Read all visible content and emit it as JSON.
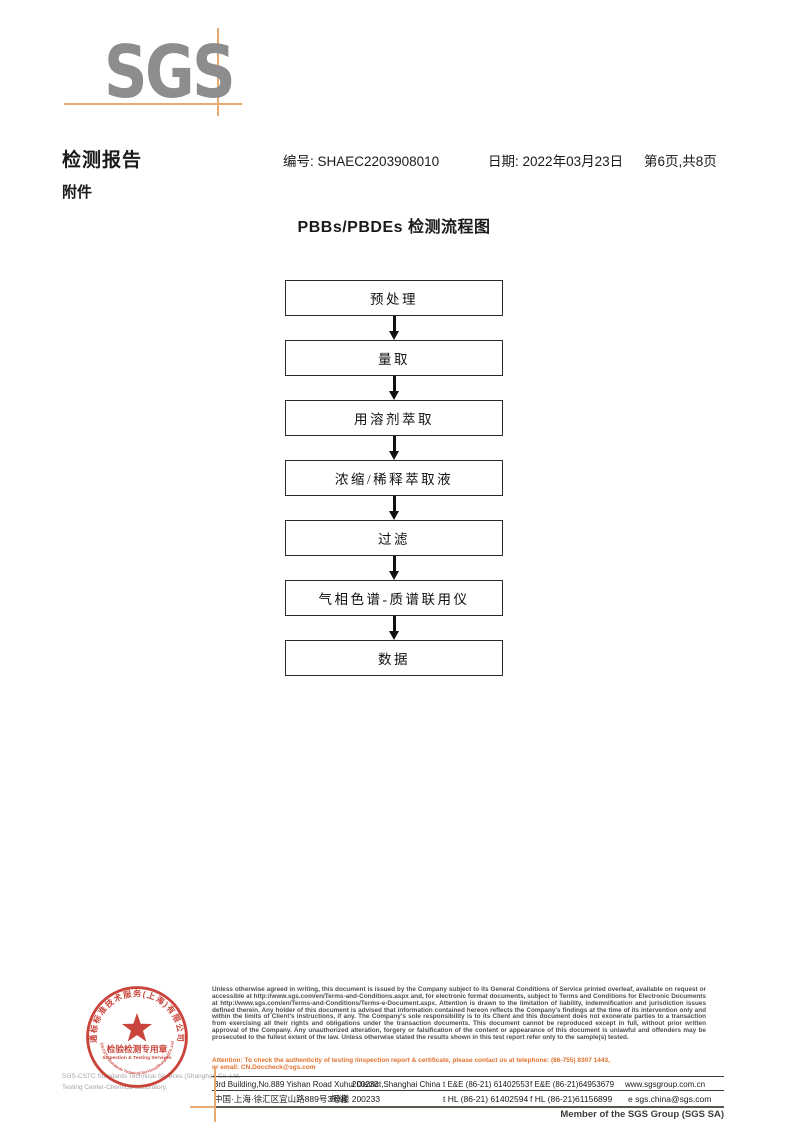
{
  "logo": {
    "text": "SGS"
  },
  "header": {
    "title": "检测报告",
    "no_label": "编号:",
    "no_value": "SHAEC2203908010",
    "date_label": "日期:",
    "date_value": "2022年03月23日",
    "page_info": "第6页,共8页",
    "attachment": "附件"
  },
  "flowchart": {
    "title": "PBBs/PBDEs 检测流程图",
    "steps": [
      "预处理",
      "量取",
      "用溶剂萃取",
      "浓缩/稀释萃取液",
      "过滤",
      "气相色谱-质谱联用仪",
      "数据"
    ]
  },
  "stamp": {
    "ring_text_top": "通标标准技术服务(上海)有限公司",
    "ring_text_bottom": "SGS-CSTC Standards Technical Services(Shanghai)Co.,Ltd.",
    "seal_line1": "检验检测专用章",
    "seal_line2": "Inspection & Testing Services",
    "company_line1": "SGS-CSTC Standards Technical Services (Shanghai) Co.,Ltd.",
    "company_line2": "Testing Center-Chemical Laboratory."
  },
  "footer": {
    "legal_text": "Unless otherwise agreed in writing, this document is issued by the Company subject to its General Conditions of Service printed overleaf, available on request or accessible at http://www.sgs.com/en/Terms-and-Conditions.aspx and, for electronic format documents, subject to Terms and Conditions for Electronic Documents at http://www.sgs.com/en/Terms-and-Conditions/Terms-e-Document.aspx. Attention is drawn to the limitation of liability, indemnification and jurisdiction issues defined therein. Any holder of this document is advised that information contained hereon reflects the Company's findings at the time of its intervention only and within the limits of Client's instructions, if any. The Company's sole responsibility is to its Client and this document does not exonerate parties to a transaction from exercising all their rights and obligations under the transaction documents. This document cannot be reproduced except in full, without prior written approval of the Company. Any unauthorized alteration, forgery or falsification of the content or appearance of this document is unlawful and offenders may be prosecuted to the fullest extent of the law. Unless otherwise stated the results shown in this test report refer only to the sample(s) tested.",
    "attention_line1": "Attention: To check the authenticity of testing /inspection report & certificate, please contact us at telephone: (86-755) 8307 1443,",
    "attention_line2": "or email: CN.Doccheck@sgs.com",
    "address_en": "3rd Building,No.889 Yishan Road Xuhui District,Shanghai China",
    "postcode_en": "200233",
    "phone1": "t E&E (86-21) 61402553",
    "fax1": "f E&E (86-21)64953679",
    "website": "www.sgsgroup.com.cn",
    "address_cn": "中国·上海·徐汇区宜山路889号3号楼",
    "postcode_cn": "邮编: 200233",
    "phone2": "t HL (86-21) 61402594",
    "fax2": "f HL (86-21)61156899",
    "email": "e sgs.china@sgs.com",
    "member_text": "Member of the SGS Group (SGS SA)"
  },
  "colors": {
    "stamp_red": "#c5362b",
    "accent_orange": "#e7ab71",
    "attention_orange": "#e0712f",
    "logo_gray": "#8d8d8f"
  }
}
